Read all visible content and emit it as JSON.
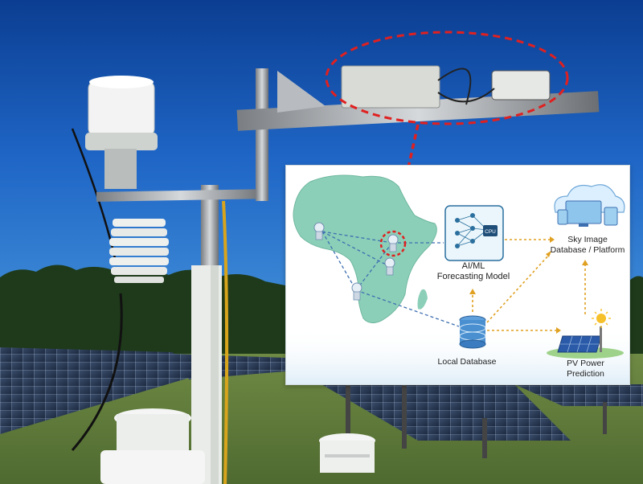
{
  "diagram": {
    "ai_model_label": "AI/ML\nForecasting Model",
    "sky_db_label": "Sky Image\nDatabase / Platform",
    "local_db_label": "Local Database",
    "pv_label": "PV Power\nPrediction",
    "cpu_chip_text": "CPU"
  },
  "colors": {
    "sky_top": "#0b3e92",
    "sky_bottom": "#3a86d4",
    "africa_map": "#8ccfb8",
    "highlight_red": "#e02020",
    "blue_dashed_link": "#3d6fb0",
    "orange_dotted_link": "#e0a020",
    "grass": "#5c7a3a",
    "tree_dark": "#1e3a1a"
  },
  "icons": [
    "sensor-icon",
    "neural-network-cpu-icon",
    "cloud-monitor-icon",
    "database-icon",
    "solar-panel-icon",
    "sun-icon"
  ]
}
